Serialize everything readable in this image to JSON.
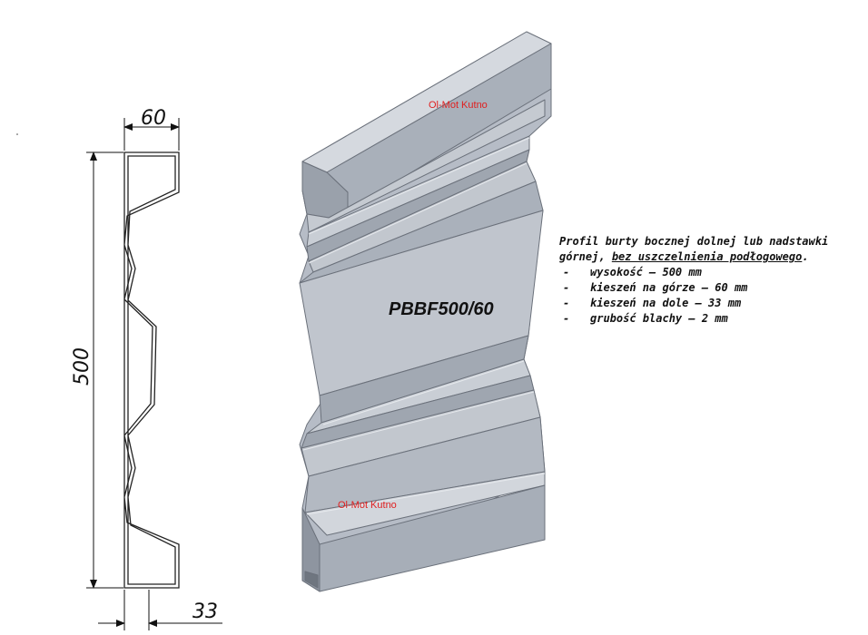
{
  "dimensions": {
    "width": "60",
    "height": "500",
    "bottom": "33"
  },
  "model_label": "PBBF500/60",
  "watermark": "Ol-Mot Kutno",
  "description": {
    "intro": "Profil burty bocznej dolnej lub nadstawki górnej,",
    "underlined": "bez uszczelnienia podłogowego",
    "end": ".",
    "specs": [
      "wysokość – 500 mm",
      "kieszeń na górze – 60 mm",
      "kieszeń na dole – 33 mm",
      "grubość blachy – 2 mm"
    ],
    "bullet": "-"
  },
  "colors": {
    "profile_face": "#b6bcc6",
    "profile_light": "#d5d9df",
    "profile_dark": "#8e95a0",
    "watermark": "#e02020"
  }
}
